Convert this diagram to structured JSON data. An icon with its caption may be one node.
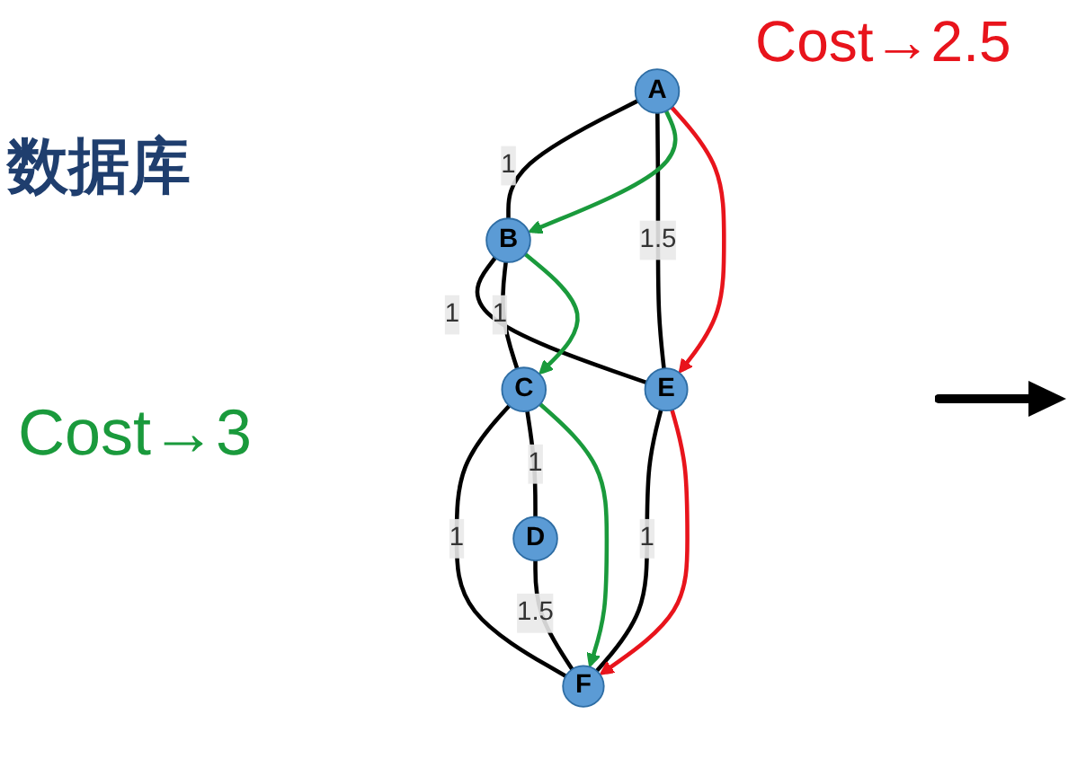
{
  "diagram": {
    "nodes": [
      {
        "text": [
          "A"
        ]
      },
      {
        "text": [
          "B"
        ]
      },
      {
        "text": [
          "C"
        ]
      },
      {
        "text": [
          "D"
        ]
      },
      {
        "text": [
          "E"
        ]
      },
      {
        "text": [
          "F"
        ]
      }
    ],
    "edges": [
      {
        "from": 0,
        "to": 1,
        "arrow": "none",
        "label": "1"
      },
      {
        "from": 0,
        "to": 4,
        "arrow": "none",
        "label": "1.5"
      },
      {
        "from": 1,
        "to": 4,
        "arrow": "none",
        "label": "1"
      },
      {
        "from": 1,
        "to": 2,
        "arrow": "none",
        "label": "1"
      },
      {
        "from": 4,
        "to": 5,
        "arrow": "none",
        "label": "1"
      },
      {
        "from": 2,
        "to": 5,
        "arrow": "none",
        "label": "1"
      },
      {
        "from": 2,
        "to": 3,
        "arrow": "none",
        "label": "1"
      },
      {
        "from": 3,
        "to": 5,
        "arrow": "none",
        "label": "1.5"
      },
      {
        "from": 0,
        "to": 1,
        "arrow": "to",
        "color": "#1a9a3c"
      },
      {
        "from": 1,
        "to": 2,
        "arrow": "to",
        "color": "#1a9a3c"
      },
      {
        "from": 2,
        "to": 5,
        "arrow": "to",
        "color": "#1a9a3c"
      },
      {
        "from": 0,
        "to": 4,
        "arrow": "to",
        "color": "#e8141c"
      },
      {
        "from": 4,
        "to": 5,
        "arrow": "to",
        "color": "#e8141c"
      }
    ],
    "labels": [
      "数据库",
      "Cost→3",
      "Cost→2.5"
    ]
  }
}
